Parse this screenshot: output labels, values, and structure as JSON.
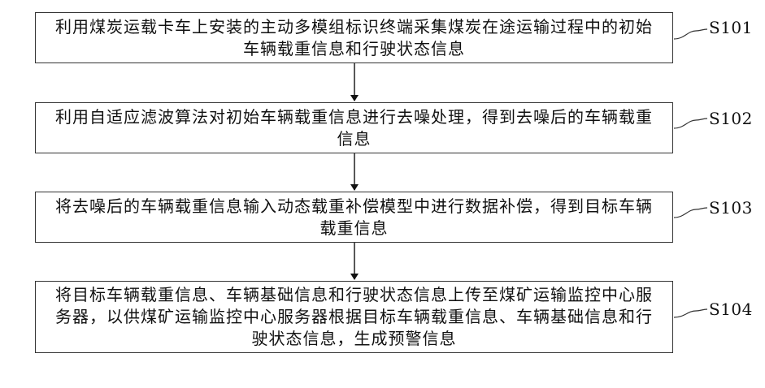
{
  "steps": [
    {
      "id": "S101",
      "text": "利用煤炭运载卡车上安装的主动多模组标识终端采集煤炭在途运输过程中的初始车辆载重信息和行驶状态信息"
    },
    {
      "id": "S102",
      "text": "利用自适应滤波算法对初始车辆载重信息进行去噪处理，得到去噪后的车辆载重信息"
    },
    {
      "id": "S103",
      "text": "将去噪后的车辆载重信息输入动态载重补偿模型中进行数据补偿，得到目标车辆载重信息"
    },
    {
      "id": "S104",
      "text": "将目标车辆载重信息、车辆基础信息和行驶状态信息上传至煤矿运输监控中心服务器，以供煤矿运输监控中心服务器根据目标车辆载重信息、车辆基础信息和行驶状态信息，生成预警信息"
    }
  ]
}
